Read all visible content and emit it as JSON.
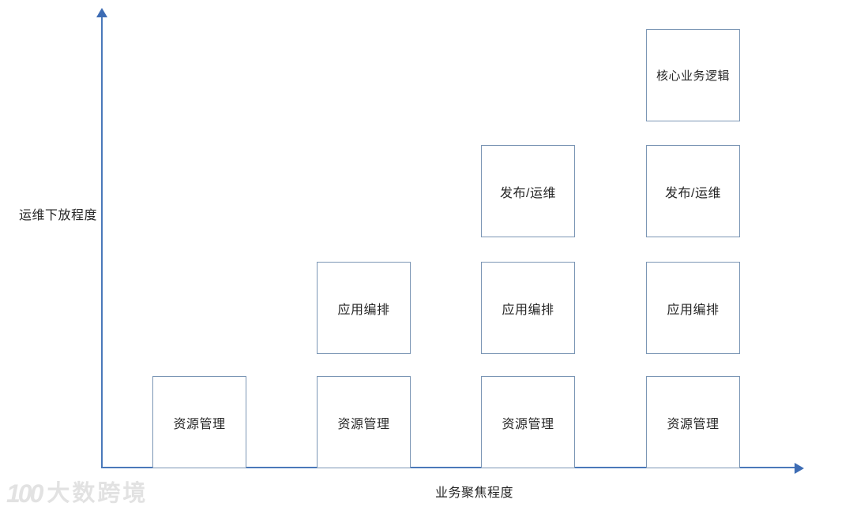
{
  "axes": {
    "y_label": "运维下放程度",
    "x_label": "业务聚焦程度"
  },
  "columns": [
    {
      "layers": [
        {
          "label": "资源管理"
        }
      ]
    },
    {
      "layers": [
        {
          "label": "应用编排"
        },
        {
          "label": "资源管理"
        }
      ]
    },
    {
      "layers": [
        {
          "label": "发布/运维"
        },
        {
          "label": "应用编排"
        },
        {
          "label": "资源管理"
        }
      ]
    },
    {
      "layers": [
        {
          "label": "核心业务逻辑"
        },
        {
          "label": "发布/运维"
        },
        {
          "label": "应用编排"
        },
        {
          "label": "资源管理"
        }
      ]
    }
  ],
  "watermark": {
    "logo": "100",
    "text": "大数跨境"
  },
  "colors": {
    "axis_line": "#4a79ba",
    "axis_arrow": "#3d6cb4",
    "box_border": "#7b96b5",
    "text": "#262626",
    "watermark": "#e2e2e2"
  }
}
